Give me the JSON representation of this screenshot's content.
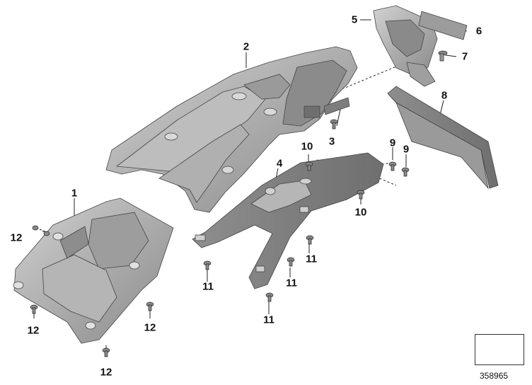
{
  "callouts": [
    "1",
    "2",
    "3",
    "4",
    "5",
    "6",
    "7",
    "8",
    "9",
    "9",
    "10",
    "10",
    "11",
    "11",
    "11",
    "11",
    "12",
    "12",
    "12",
    "12"
  ],
  "diagram_number": "358965",
  "colors": {
    "part_fill": "#a7a7a7",
    "part_dark": "#7c7c7c",
    "part_light": "#cfcfcf",
    "line": "#222222"
  },
  "nav_icon": "arrow-icon"
}
